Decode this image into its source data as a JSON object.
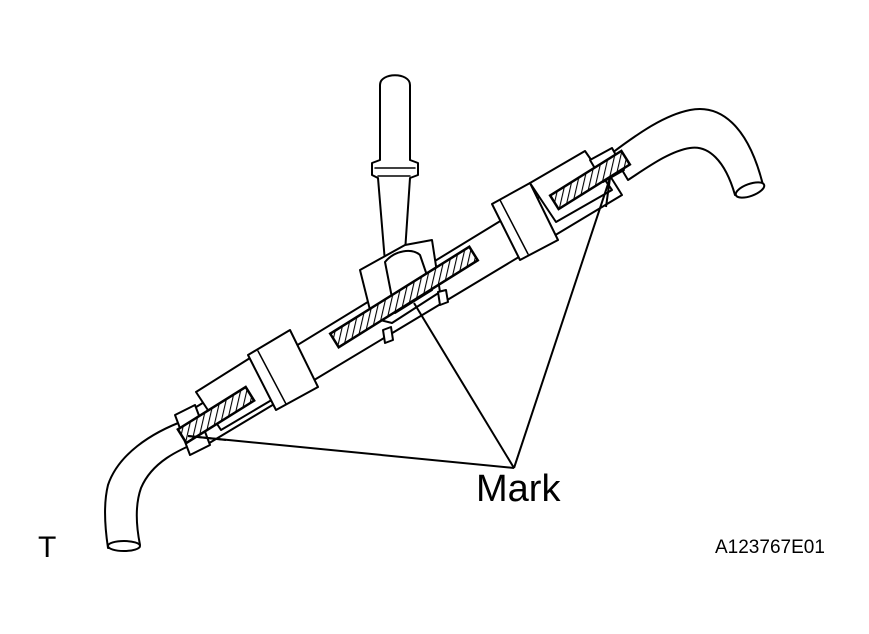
{
  "labels": {
    "mark": "Mark",
    "corner": "T",
    "figure_code": "A123767E01"
  },
  "colors": {
    "ink": "#000000",
    "background": "#ffffff"
  }
}
